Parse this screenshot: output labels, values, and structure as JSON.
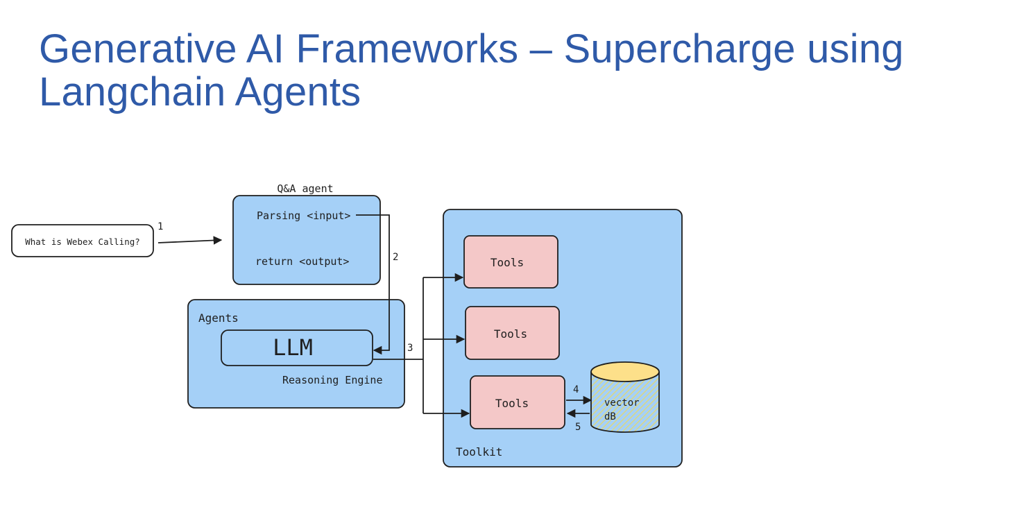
{
  "slide": {
    "title_line1": "Generative AI Frameworks – Supercharge using",
    "title_line2": "Langchain Agents"
  },
  "diagram": {
    "colors": {
      "title": "#2f5aa8",
      "container_fill": "#a5d0f7",
      "tool_fill": "#f4c8c8",
      "db_top": "#fde08a",
      "db_hatch": "#e7d96a",
      "stroke": "#1e1e1e"
    },
    "query": "What is Webex Calling?",
    "qa_agent": {
      "label": "Q&A agent",
      "line1": "Parsing <input>",
      "line2": "return <output>"
    },
    "agents": {
      "label": "Agents",
      "llm": "LLM",
      "engine": "Reasoning Engine"
    },
    "toolkit": {
      "label": "Toolkit",
      "tools": [
        "Tools",
        "Tools",
        "Tools"
      ]
    },
    "vector_db": {
      "line1": "vector",
      "line2": "dB"
    },
    "steps": [
      "1",
      "2",
      "3",
      "4",
      "5"
    ]
  }
}
